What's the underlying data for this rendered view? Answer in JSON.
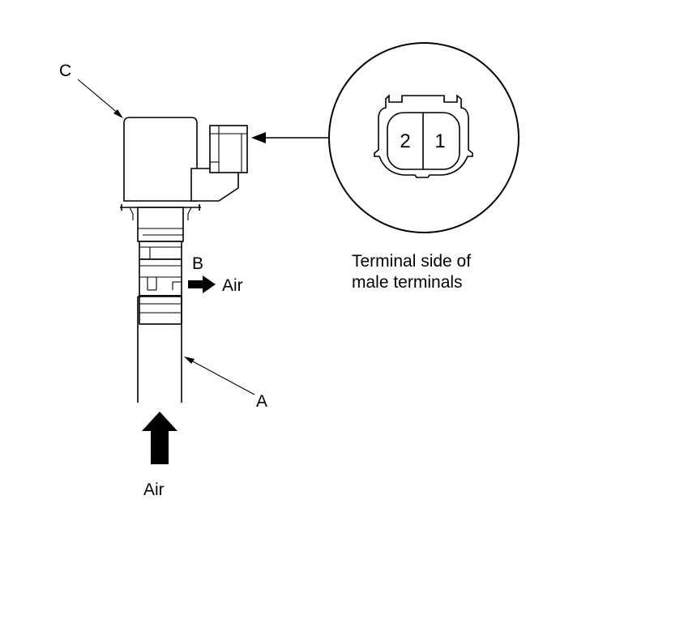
{
  "labels": {
    "a": "A",
    "b": "B",
    "c": "C",
    "air_side": "Air",
    "air_bottom": "Air"
  },
  "connector": {
    "terminal_2": "2",
    "terminal_1": "1",
    "caption_line1": "Terminal side of",
    "caption_line2": "male terminals"
  }
}
